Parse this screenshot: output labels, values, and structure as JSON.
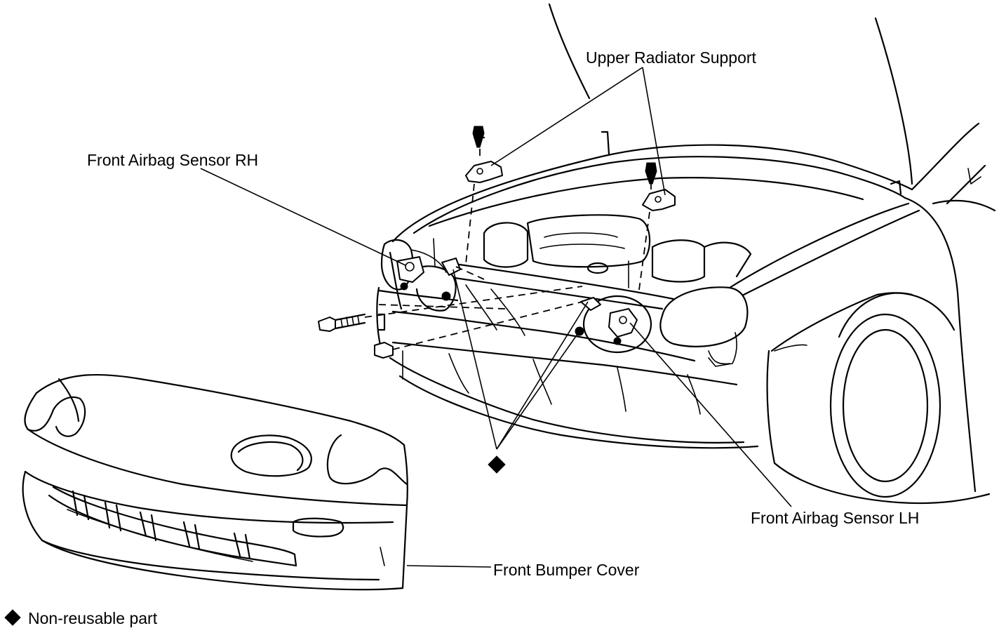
{
  "labels": {
    "upper_radiator_support": "Upper Radiator Support",
    "front_airbag_sensor_rh": "Front Airbag Sensor RH",
    "front_airbag_sensor_lh": "Front Airbag Sensor LH",
    "front_bumper_cover": "Front Bumper Cover"
  },
  "legend": {
    "symbol_icon": "diamond-icon",
    "text": "Non-reusable part"
  },
  "colors": {
    "ink": "#000000",
    "background": "#ffffff"
  }
}
